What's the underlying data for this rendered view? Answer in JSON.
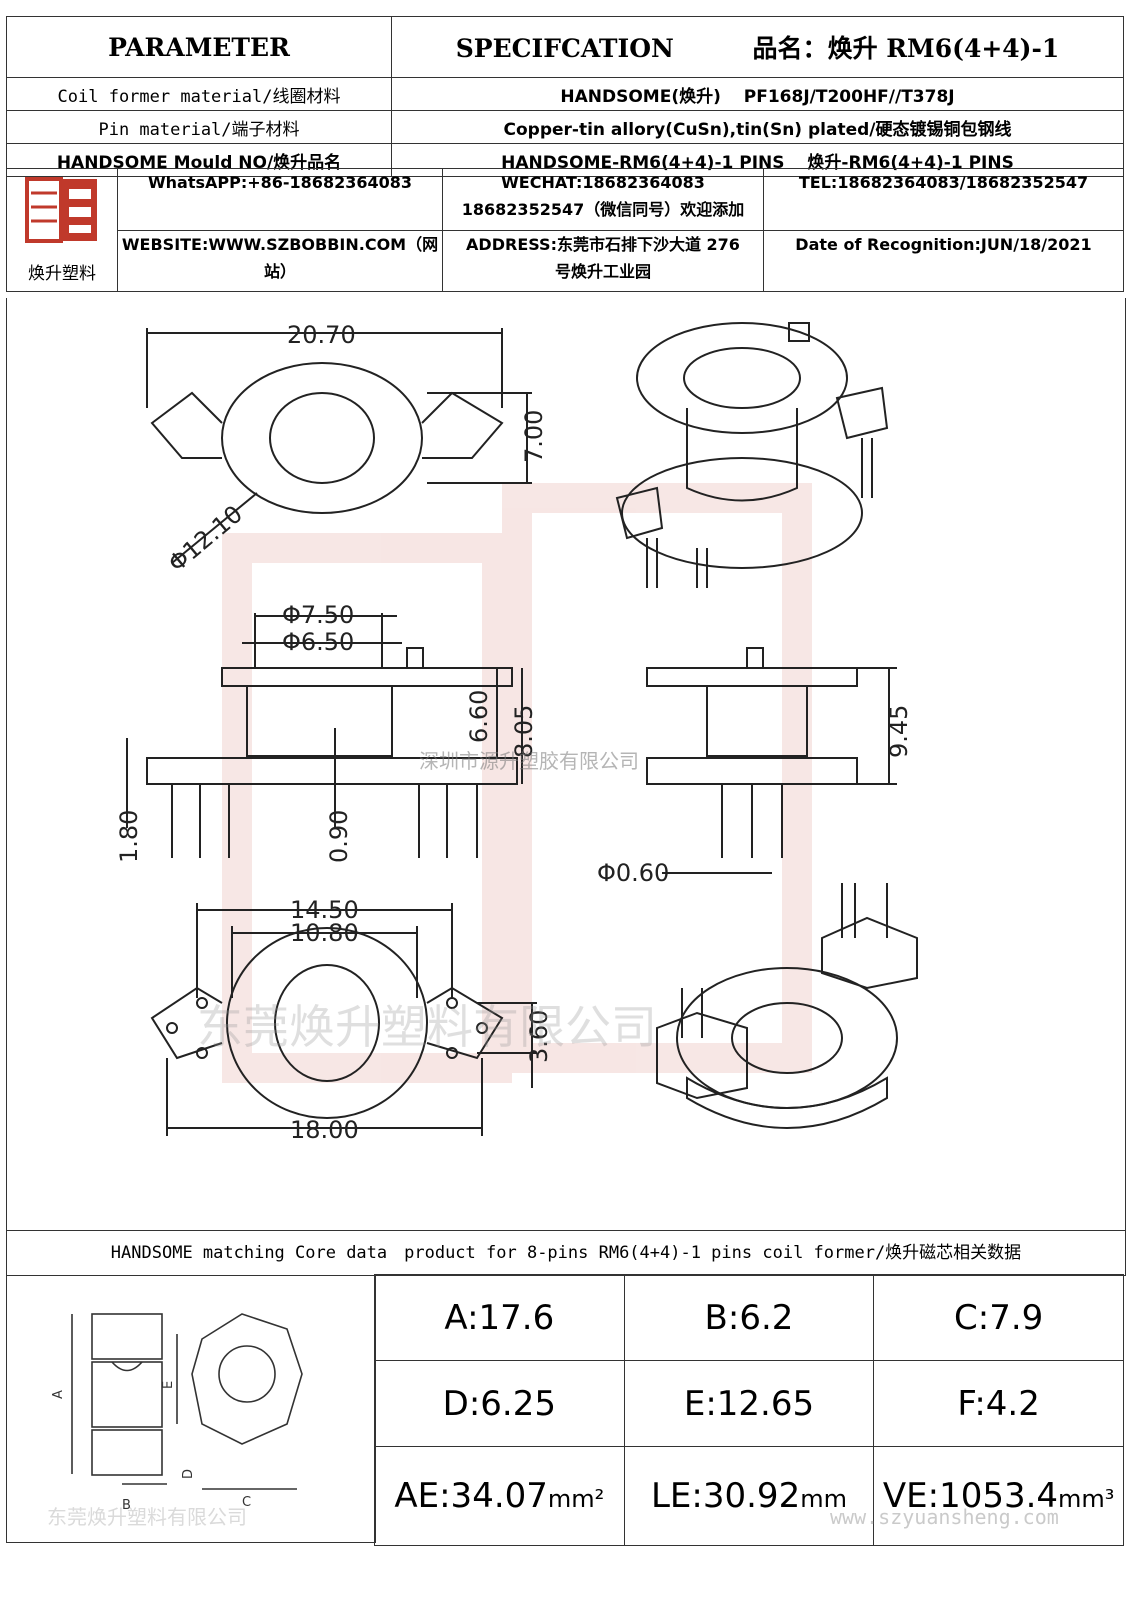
{
  "header": {
    "parameter": "PARAMETER",
    "specification": "SPECIFCATION",
    "product_name_label": "品名：",
    "product_name": "焕升 RM6(4+4)-1"
  },
  "params": [
    {
      "label": "Coil former material/线圈材料",
      "value": "HANDSOME(焕升)　 PF168J/T200HF//T378J"
    },
    {
      "label": "Pin material/端子材料",
      "value": "Copper-tin allory(CuSn),tin(Sn) plated/硬态镀锡铜包钢线"
    },
    {
      "label": "HANDSOME Mould NO/焕升品名",
      "value": "HANDSOME-RM6(4+4)-1 PINS　 焕升-RM6(4+4)-1 PINS"
    }
  ],
  "logo": {
    "caption": "焕升塑料",
    "mark": "焕升"
  },
  "contact": {
    "whatsapp": "WhatsAPP:+86-18682364083",
    "wechat_line1": "WECHAT:18682364083",
    "wechat_line2": "18682352547（微信同号）欢迎添加",
    "tel": "TEL:18682364083/18682352547",
    "website_line1": "WEBSITE:WWW.SZBOBBIN.COM（网",
    "website_line2": "站）",
    "address_line1": "ADDRESS:东莞市石排下沙大道 276",
    "address_line2": "号焕升工业园",
    "date": "Date of Recognition:JUN/18/2021"
  },
  "dimensions": {
    "A": "20.70",
    "B": "7.00",
    "C": "Φ12.10",
    "D": "Φ7.50",
    "E": "Φ6.50",
    "F": "6.60",
    "G": "8.05",
    "H": "1.80",
    "I": "0.90",
    "J": "9.45",
    "K": "Φ0.60",
    "L": "14.50",
    "M": "10.80",
    "N": "18.00",
    "O": "3.60"
  },
  "watermarks": {
    "company1": "深圳市源升塑胶有限公司",
    "company2": "东莞焕升塑料有限公司",
    "company3": "东莞焕升塑料有限公司",
    "url": "www.szyuansheng.com"
  },
  "core_section": {
    "title": "HANDSOME matching Core data　product for 8-pins RM6(4+4)-1 pins coil former/焕升磁芯相关数据",
    "values": [
      [
        "A:17.6",
        "B:6.2",
        "C:7.9"
      ],
      [
        "D:6.25",
        "E:12.65",
        "F:4.2"
      ]
    ],
    "ae": {
      "label": "AE:34.07",
      "unit": "mm²"
    },
    "le": {
      "label": "LE:30.92",
      "unit": "mm"
    },
    "ve": {
      "label": "VE:1053.4",
      "unit": "mm³"
    }
  }
}
